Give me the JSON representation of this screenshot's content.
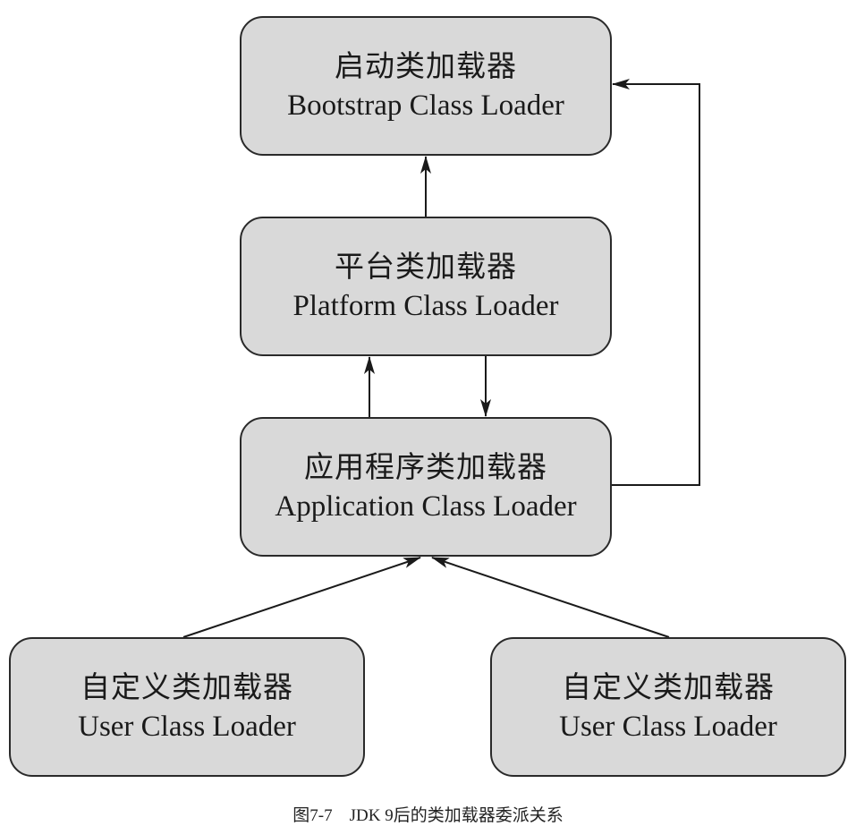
{
  "nodes": {
    "bootstrap": {
      "name_zh": "启动类加载器",
      "name_en": "Bootstrap Class Loader"
    },
    "platform": {
      "name_zh": "平台类加载器",
      "name_en": "Platform Class Loader"
    },
    "application": {
      "name_zh": "应用程序类加载器",
      "name_en": "Application Class Loader"
    },
    "user1": {
      "name_zh": "自定义类加载器",
      "name_en": "User Class Loader"
    },
    "user2": {
      "name_zh": "自定义类加载器",
      "name_en": "User Class Loader"
    }
  },
  "edges": [
    {
      "from": "platform",
      "to": "bootstrap"
    },
    {
      "from": "application",
      "to": "platform"
    },
    {
      "from": "platform",
      "to": "application"
    },
    {
      "from": "application",
      "to": "bootstrap"
    },
    {
      "from": "user1",
      "to": "application"
    },
    {
      "from": "user2",
      "to": "application"
    }
  ],
  "caption": {
    "figure_number": "图7-7",
    "text": "JDK 9后的类加载器委派关系"
  }
}
